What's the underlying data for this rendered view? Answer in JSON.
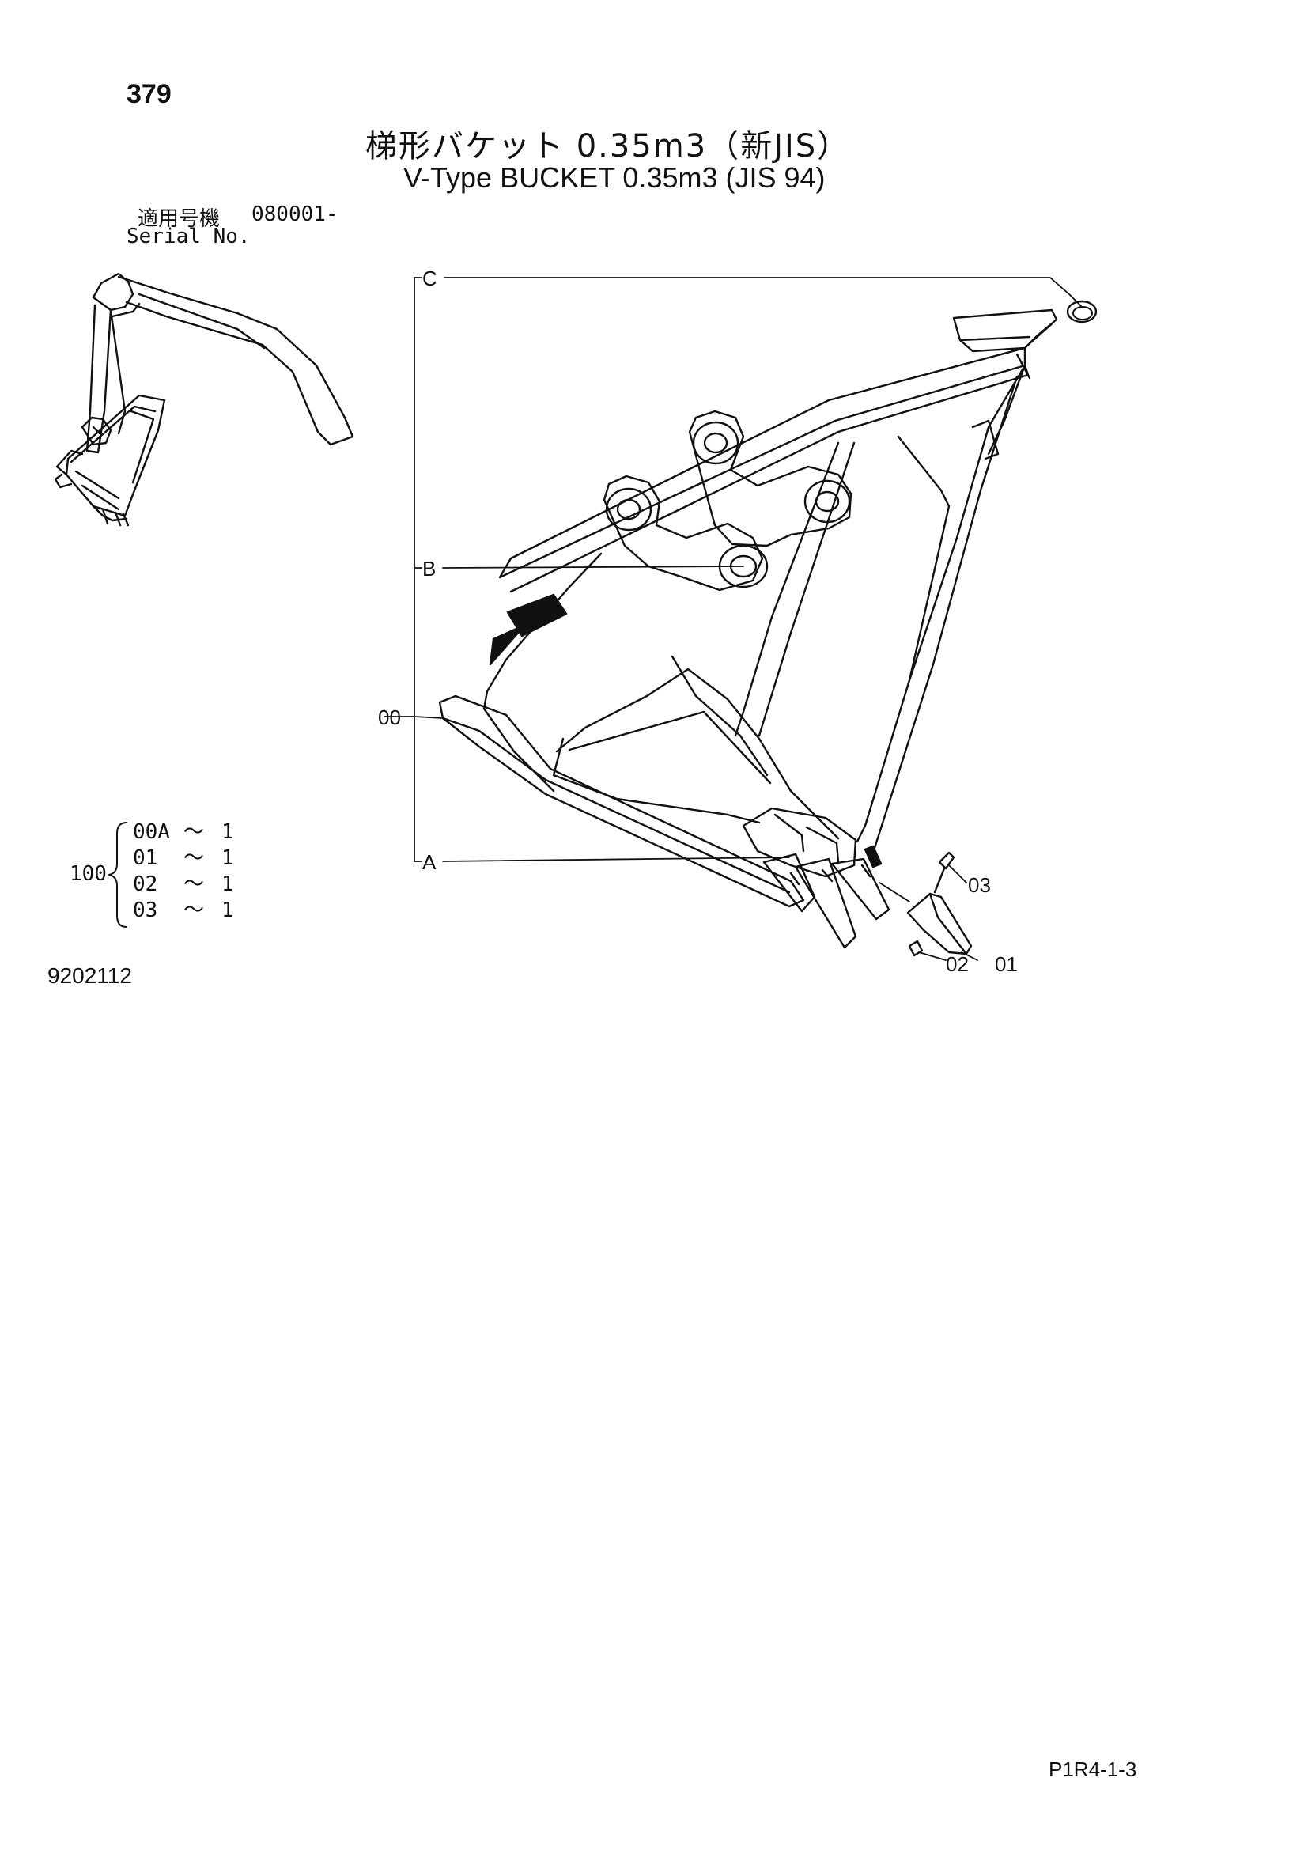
{
  "page_number": "379",
  "title_jp": "梯形バケット 0.35m3（新JIS）",
  "title_en": "V-Type BUCKET 0.35m3 (JIS 94)",
  "serial": {
    "label_jp": "適用号機",
    "number": "080001-",
    "label_en": "Serial No."
  },
  "callouts": {
    "c": "C",
    "b": "B",
    "zero": "00",
    "a": "A",
    "p03": "03",
    "p02": "02",
    "p01": "01"
  },
  "assembly": {
    "number": "100",
    "rows": [
      {
        "part": "00A",
        "tilde": "～",
        "qty": "1"
      },
      {
        "part": "01",
        "tilde": "～",
        "qty": "1"
      },
      {
        "part": "02",
        "tilde": "～",
        "qty": "1"
      },
      {
        "part": "03",
        "tilde": "～",
        "qty": "1"
      }
    ]
  },
  "doc_code": "9202112",
  "footer_code": "P1R4-1-3"
}
